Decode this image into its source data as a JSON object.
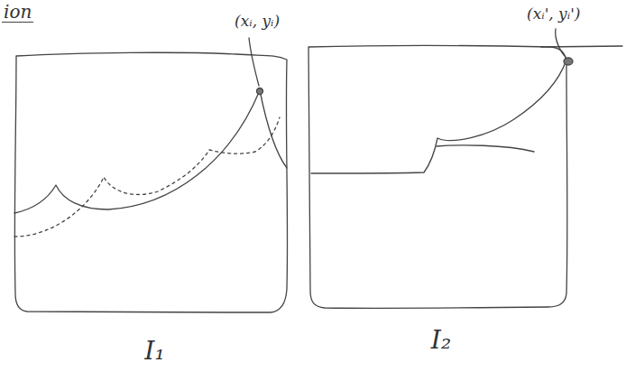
{
  "diagram": {
    "nodes": [
      {
        "text": [
          "I₁"
        ]
      },
      {
        "text": [
          "I₂"
        ]
      }
    ],
    "labels": [
      "ion",
      "(xᵢ, yᵢ)",
      "(xᵢ', yᵢ')"
    ]
  }
}
